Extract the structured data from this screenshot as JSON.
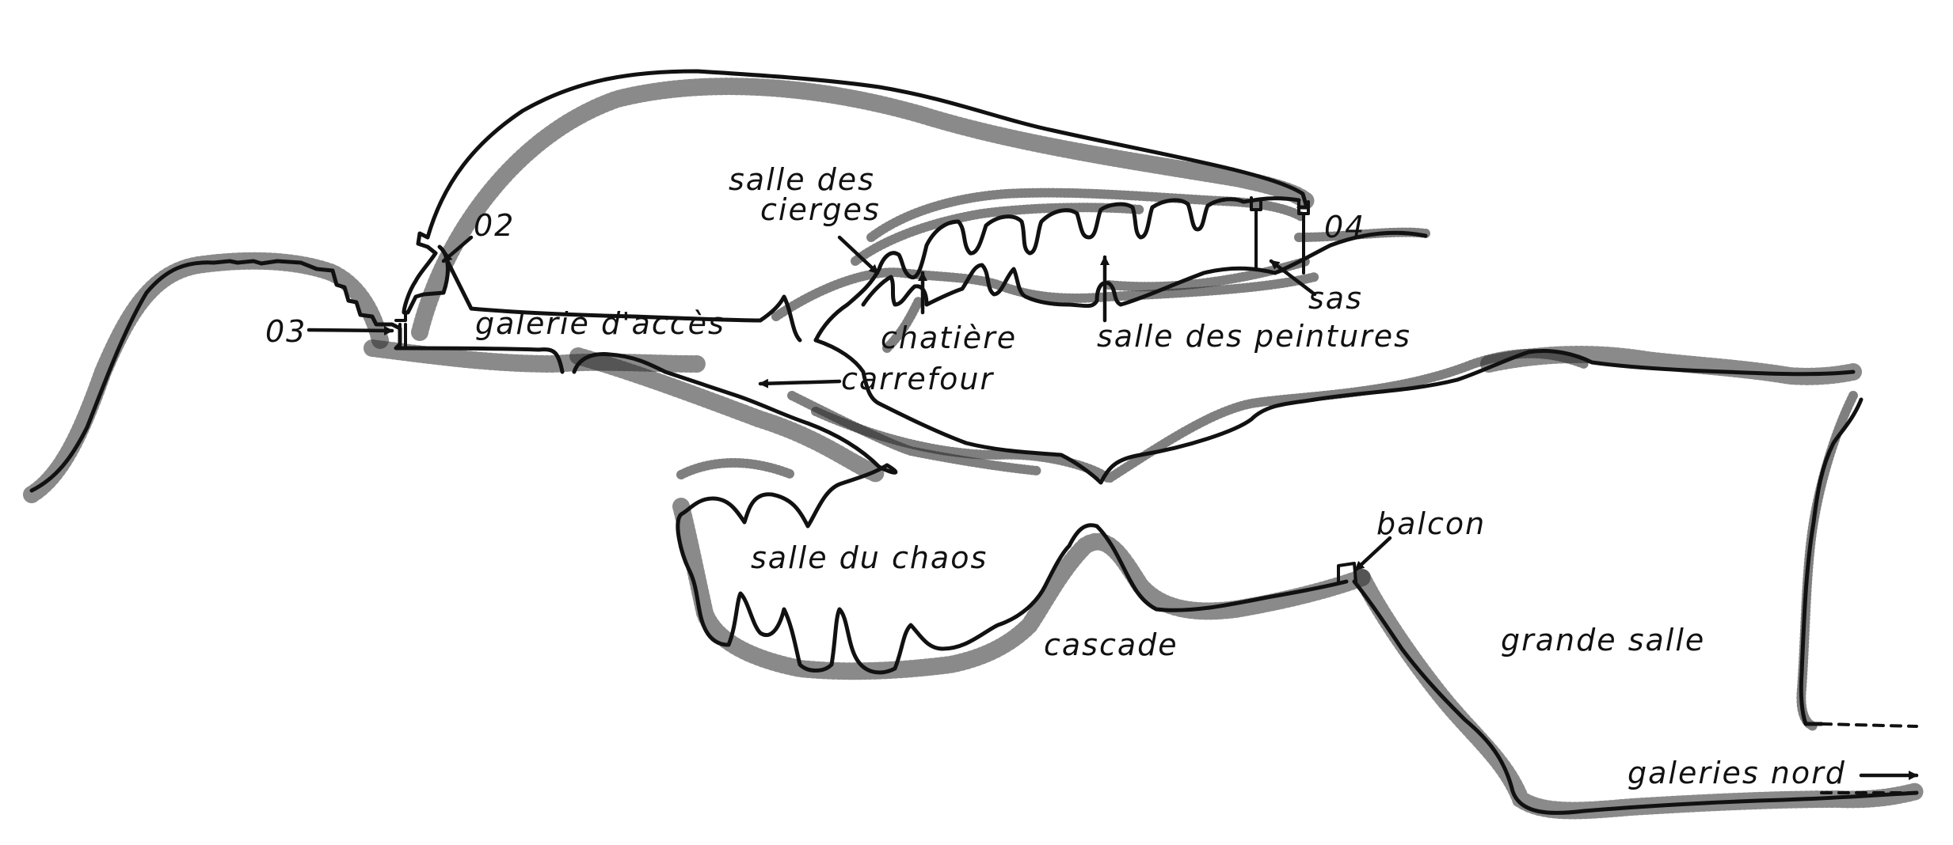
{
  "labels": {
    "o2": "02",
    "o3": "03",
    "o4": "04",
    "galerie_acces": "galerie d'accès",
    "salle_cierges_1": "salle des",
    "salle_cierges_2": "cierges",
    "chatiere": "chatière",
    "carrefour": "carrefour",
    "salle_peintures": "salle des peintures",
    "sas": "sas",
    "salle_chaos": "salle du chaos",
    "cascade": "cascade",
    "balcon": "balcon",
    "grande_salle": "grande salle",
    "galeries_nord": "galeries nord"
  },
  "colors": {
    "ink": "#111111",
    "paper": "#ffffff"
  }
}
